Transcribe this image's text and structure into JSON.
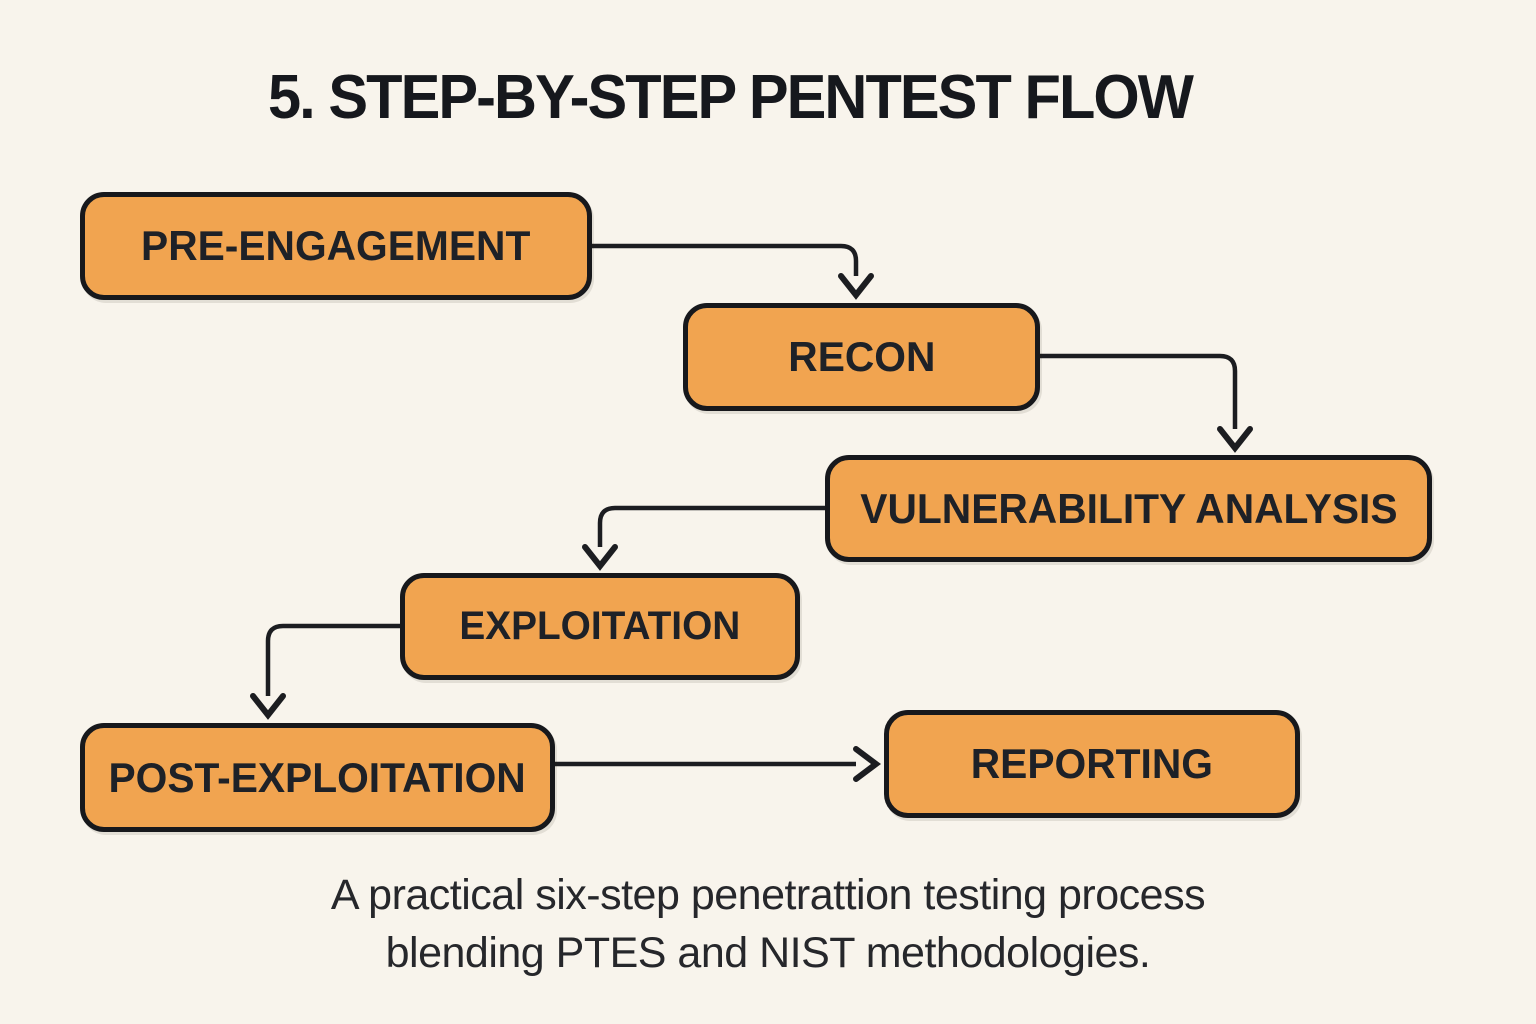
{
  "title": "5. STEP-BY-STEP PENTEST FLOW",
  "caption": {
    "line1": "A practical six-step penetrattion testing process",
    "line2": "blending PTES and NIST methodologies."
  },
  "colors": {
    "background": "#f8f4ec",
    "node_fill": "#f1a450",
    "node_border": "#17181c",
    "text": "#1e2127",
    "arrow": "#1c1d21"
  },
  "flow": {
    "nodes": [
      {
        "id": "pre-engagement",
        "label": "PRE-ENGAGEMENT"
      },
      {
        "id": "recon",
        "label": "RECON"
      },
      {
        "id": "vulnerability-analysis",
        "label": "VULNERABILITY ANALYSIS"
      },
      {
        "id": "exploitation",
        "label": "EXPLOITATION"
      },
      {
        "id": "post-exploitation",
        "label": "POST-EXPLOITATION"
      },
      {
        "id": "reporting",
        "label": "REPORTING"
      }
    ],
    "edges": [
      {
        "from": "pre-engagement",
        "to": "recon"
      },
      {
        "from": "recon",
        "to": "vulnerability-analysis"
      },
      {
        "from": "vulnerability-analysis",
        "to": "exploitation"
      },
      {
        "from": "exploitation",
        "to": "post-exploitation"
      },
      {
        "from": "post-exploitation",
        "to": "reporting"
      }
    ]
  }
}
